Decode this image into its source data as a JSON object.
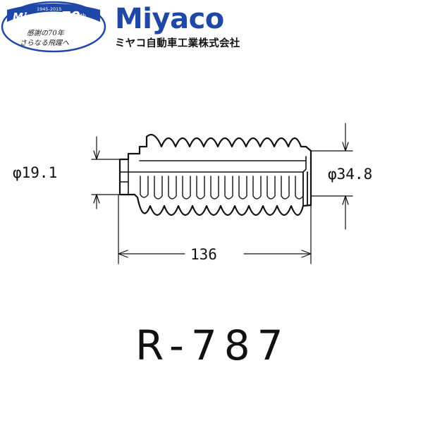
{
  "logo": {
    "years": "1945-2015",
    "brand": "Miyaco",
    "anniversary": "70",
    "suffix": "th",
    "tagline_line1": "感謝の70年",
    "tagline_line2": "さらなる飛躍へ"
  },
  "header": {
    "brand_name": "Miyaco",
    "company_name": "ミヤコ自動車工業株式会社"
  },
  "drawing": {
    "dim_small_diameter": "φ19.1",
    "dim_large_diameter": "φ34.8",
    "dim_length": "136",
    "part_number": "R-787"
  },
  "colors": {
    "brand_blue": "#1f47a8",
    "ink": "#111111"
  }
}
